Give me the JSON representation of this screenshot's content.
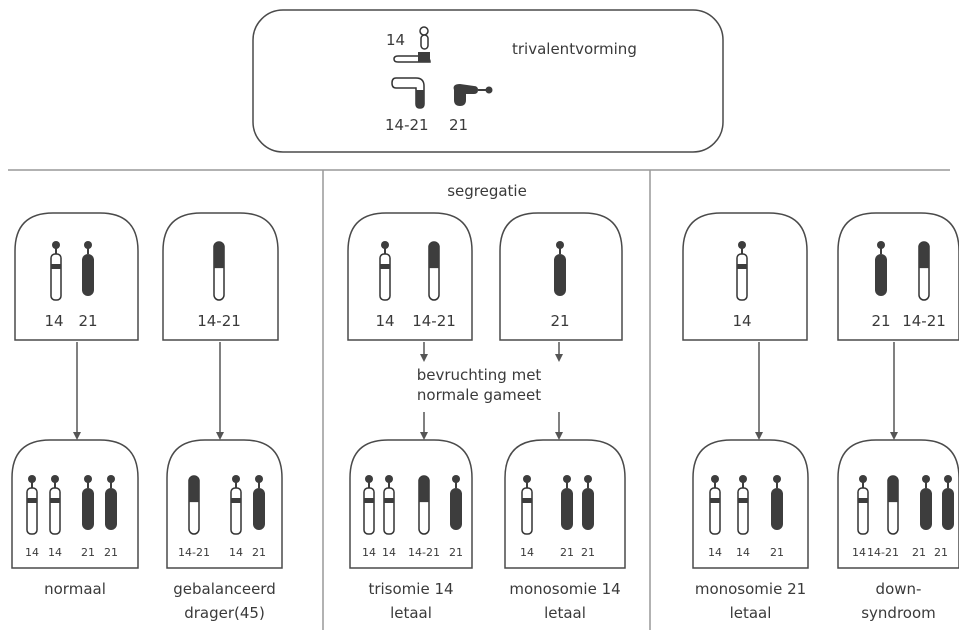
{
  "top": {
    "title": "trivalentvorming",
    "label_14": "14",
    "label_1421": "14-21",
    "label_21": "21"
  },
  "segregation_label": "segregatie",
  "fertilization_label_line1": "bevruchting met",
  "fertilization_label_line2": "normale gameet",
  "gametes": [
    {
      "labels": [
        "14",
        "21"
      ]
    },
    {
      "labels": [
        "14-21"
      ]
    },
    {
      "labels": [
        "14",
        "14-21"
      ]
    },
    {
      "labels": [
        "21"
      ]
    },
    {
      "labels": [
        "14"
      ]
    },
    {
      "labels": [
        "21",
        "14-21"
      ]
    }
  ],
  "zygotes": [
    {
      "labels": [
        "14",
        "14",
        "21",
        "21"
      ],
      "caption_line1": "normaal",
      "caption_line2": ""
    },
    {
      "labels": [
        "14-21",
        "14",
        "21"
      ],
      "caption_line1": "gebalanceerd",
      "caption_line2": "drager(45)"
    },
    {
      "labels": [
        "14",
        "14",
        "14-21",
        "21"
      ],
      "caption_line1": "trisomie 14",
      "caption_line2": "letaal"
    },
    {
      "labels": [
        "14",
        "21",
        "21"
      ],
      "caption_line1": "monosomie 14",
      "caption_line2": "letaal"
    },
    {
      "labels": [
        "14",
        "14",
        "21"
      ],
      "caption_line1": "monosomie 21",
      "caption_line2": "letaal"
    },
    {
      "labels": [
        "14",
        "14-21",
        "21",
        "21"
      ],
      "caption_line1": "down-",
      "caption_line2": "syndroom"
    }
  ],
  "colors": {
    "line": "#555555",
    "chromosome_dark": "#3d3d3d",
    "box_border": "#4a4a4a"
  }
}
